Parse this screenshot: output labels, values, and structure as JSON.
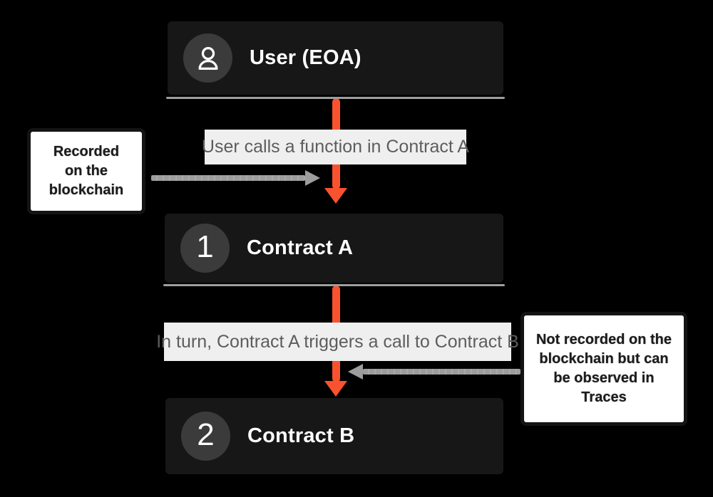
{
  "colors": {
    "bg": "#000000",
    "box-bg": "#171717",
    "box-border": "#000000",
    "circle-bg": "#3b3b3b",
    "box-text": "#ffffff",
    "label-bg": "#efefef",
    "label-text": "#5d5d5d",
    "orange": "#f8522e",
    "gray": "#9d9d9d",
    "note-bg": "#ffffff",
    "note-border": "#141414",
    "note-text": "#1c1c1c",
    "underline": "#9e9e9e"
  },
  "nodes": [
    {
      "id": "user",
      "badge_icon": "person-icon",
      "label": "User (EOA)"
    },
    {
      "id": "contract-a",
      "badge": "1",
      "label": "Contract A"
    },
    {
      "id": "contract-b",
      "badge": "2",
      "label": "Contract B"
    }
  ],
  "edges": [
    {
      "from": "user",
      "to": "contract-a",
      "label": "User calls a function in Contract A"
    },
    {
      "from": "contract-a",
      "to": "contract-b",
      "label": "In turn, Contract A triggers a call to Contract B"
    }
  ],
  "notes": [
    {
      "id": "recorded",
      "text": "Recorded\non the\nblockchain"
    },
    {
      "id": "not-recorded",
      "text": "Not recorded on the\nblockchain but can\nbe observed in\nTraces"
    }
  ]
}
